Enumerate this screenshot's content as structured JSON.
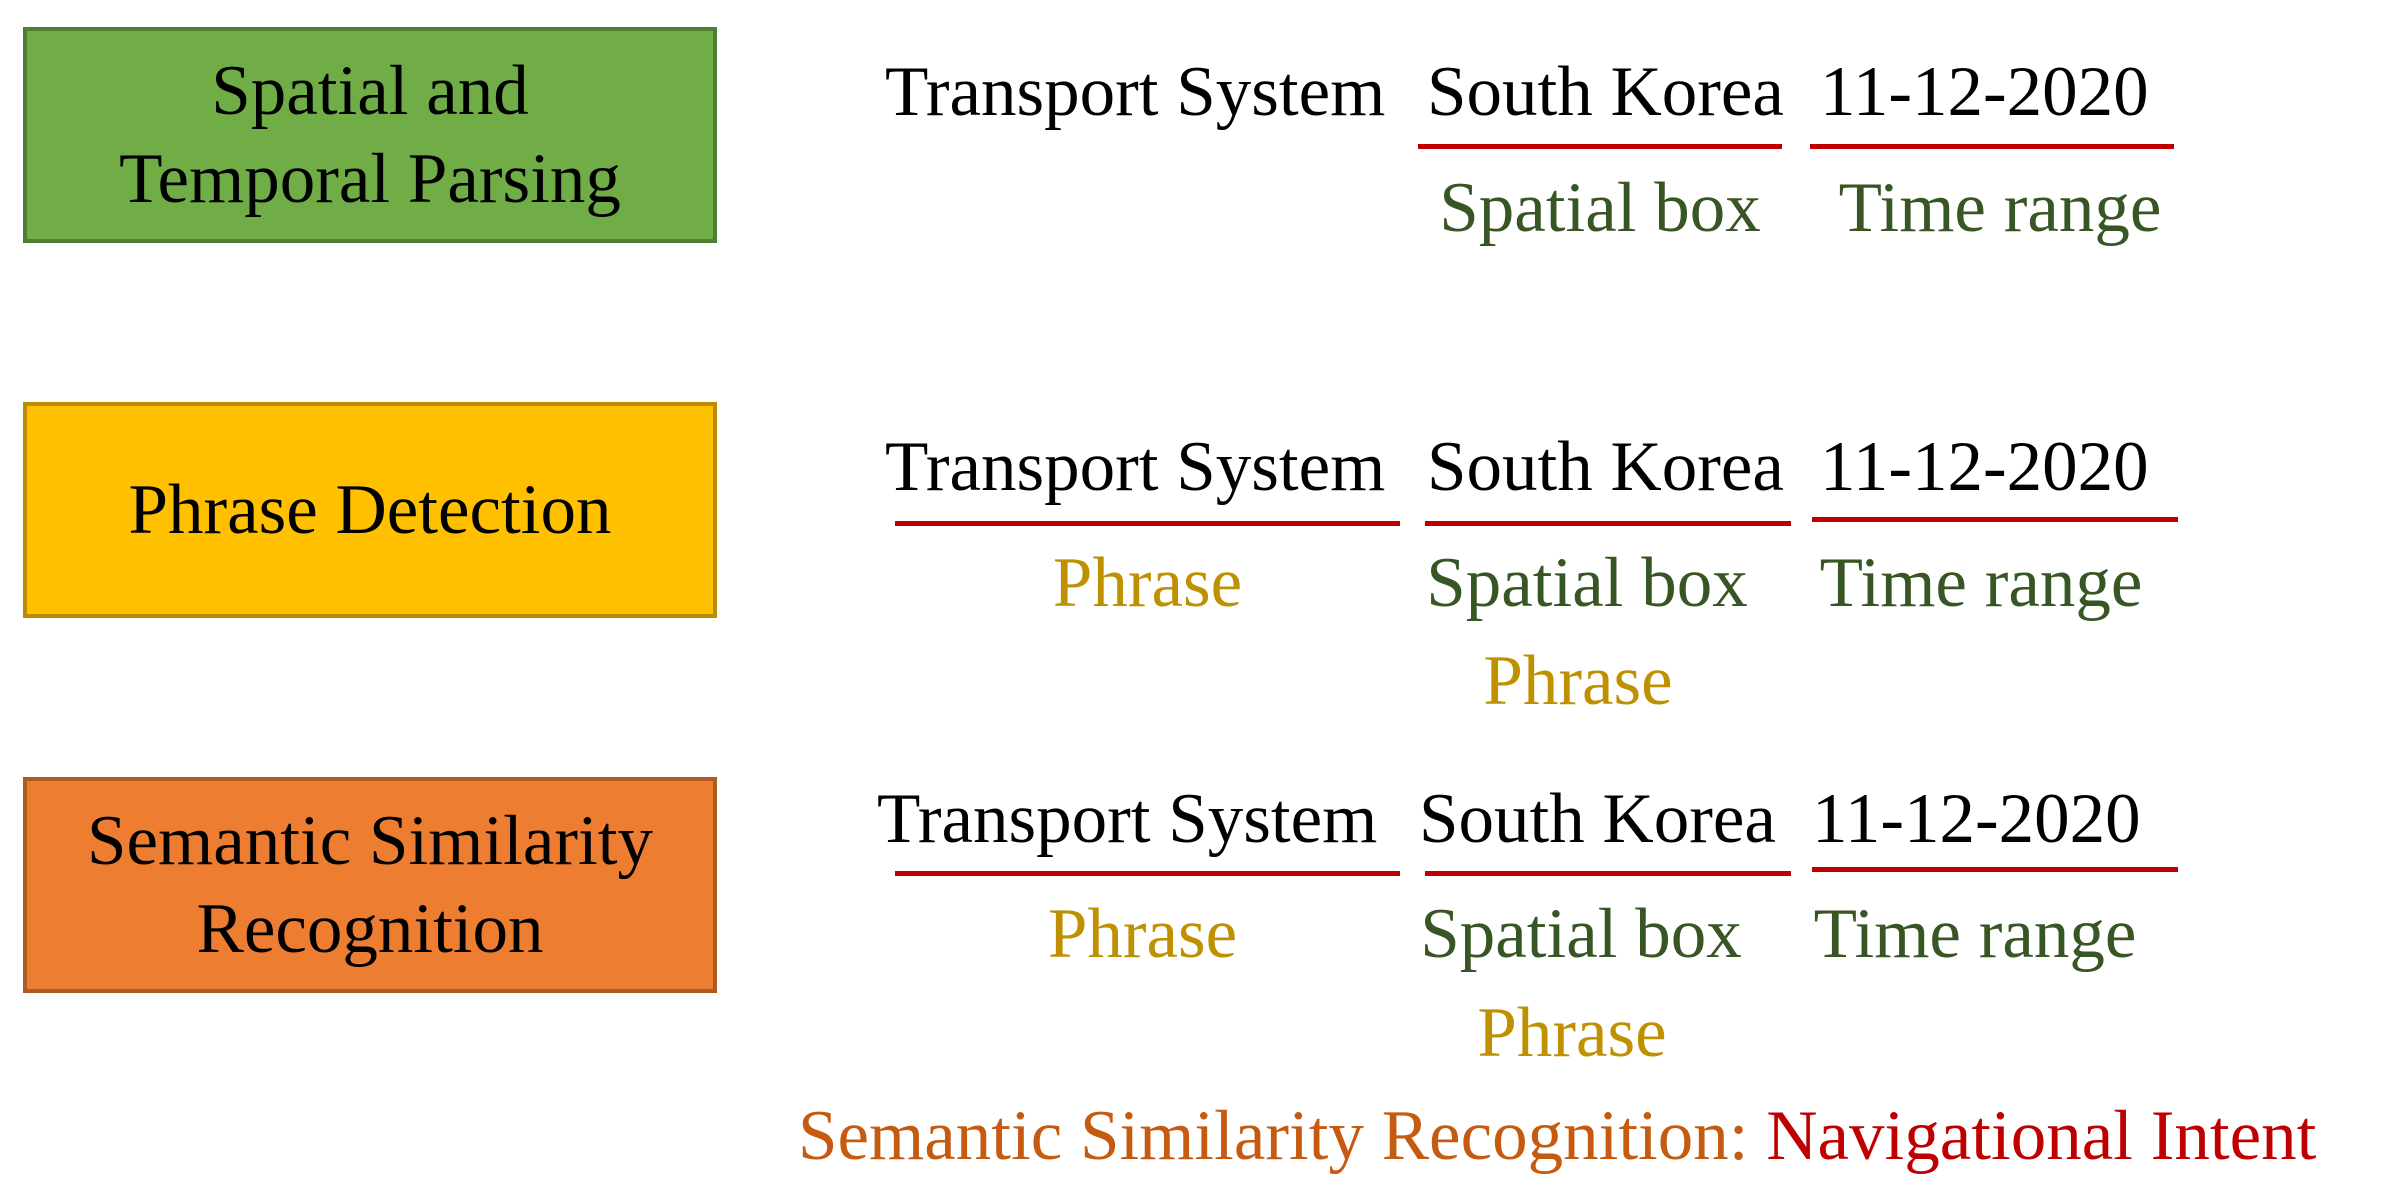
{
  "colors": {
    "green_fill": "#70AD47",
    "green_border": "#507E32",
    "yellow_fill": "#FFC000",
    "yellow_border": "#BC8C00",
    "orange_fill": "#ED7D31",
    "orange_border": "#AE5A21",
    "underline": "#C00000",
    "spatial_time": "#375623",
    "phrase": "#BF9000",
    "semantic": "#C55A11",
    "intent": "#C00000"
  },
  "stages": [
    {
      "line1": "Spatial and",
      "line2": "Temporal Parsing"
    },
    {
      "line1": "Phrase Detection",
      "line2": ""
    },
    {
      "line1": "Semantic Similarity",
      "line2": "Recognition"
    }
  ],
  "rows": [
    {
      "phrase": "Transport System",
      "place": "South Korea",
      "date": "11-12-2020",
      "tags": {
        "phrase": "",
        "place": "Spatial box",
        "place_extra": "",
        "date": "Time range"
      }
    },
    {
      "phrase": "Transport System",
      "place": "South Korea",
      "date": "11-12-2020",
      "tags": {
        "phrase": "Phrase",
        "place": "Spatial box",
        "place_extra": "Phrase",
        "date": "Time range"
      }
    },
    {
      "phrase": "Transport System",
      "place": "South Korea",
      "date": "11-12-2020",
      "tags": {
        "phrase": "Phrase",
        "place": "Spatial box",
        "place_extra": "Phrase",
        "date": "Time range"
      }
    }
  ],
  "legend": {
    "prefix": "Semantic Similarity Recognition: ",
    "intent": "Navigational Intent"
  }
}
